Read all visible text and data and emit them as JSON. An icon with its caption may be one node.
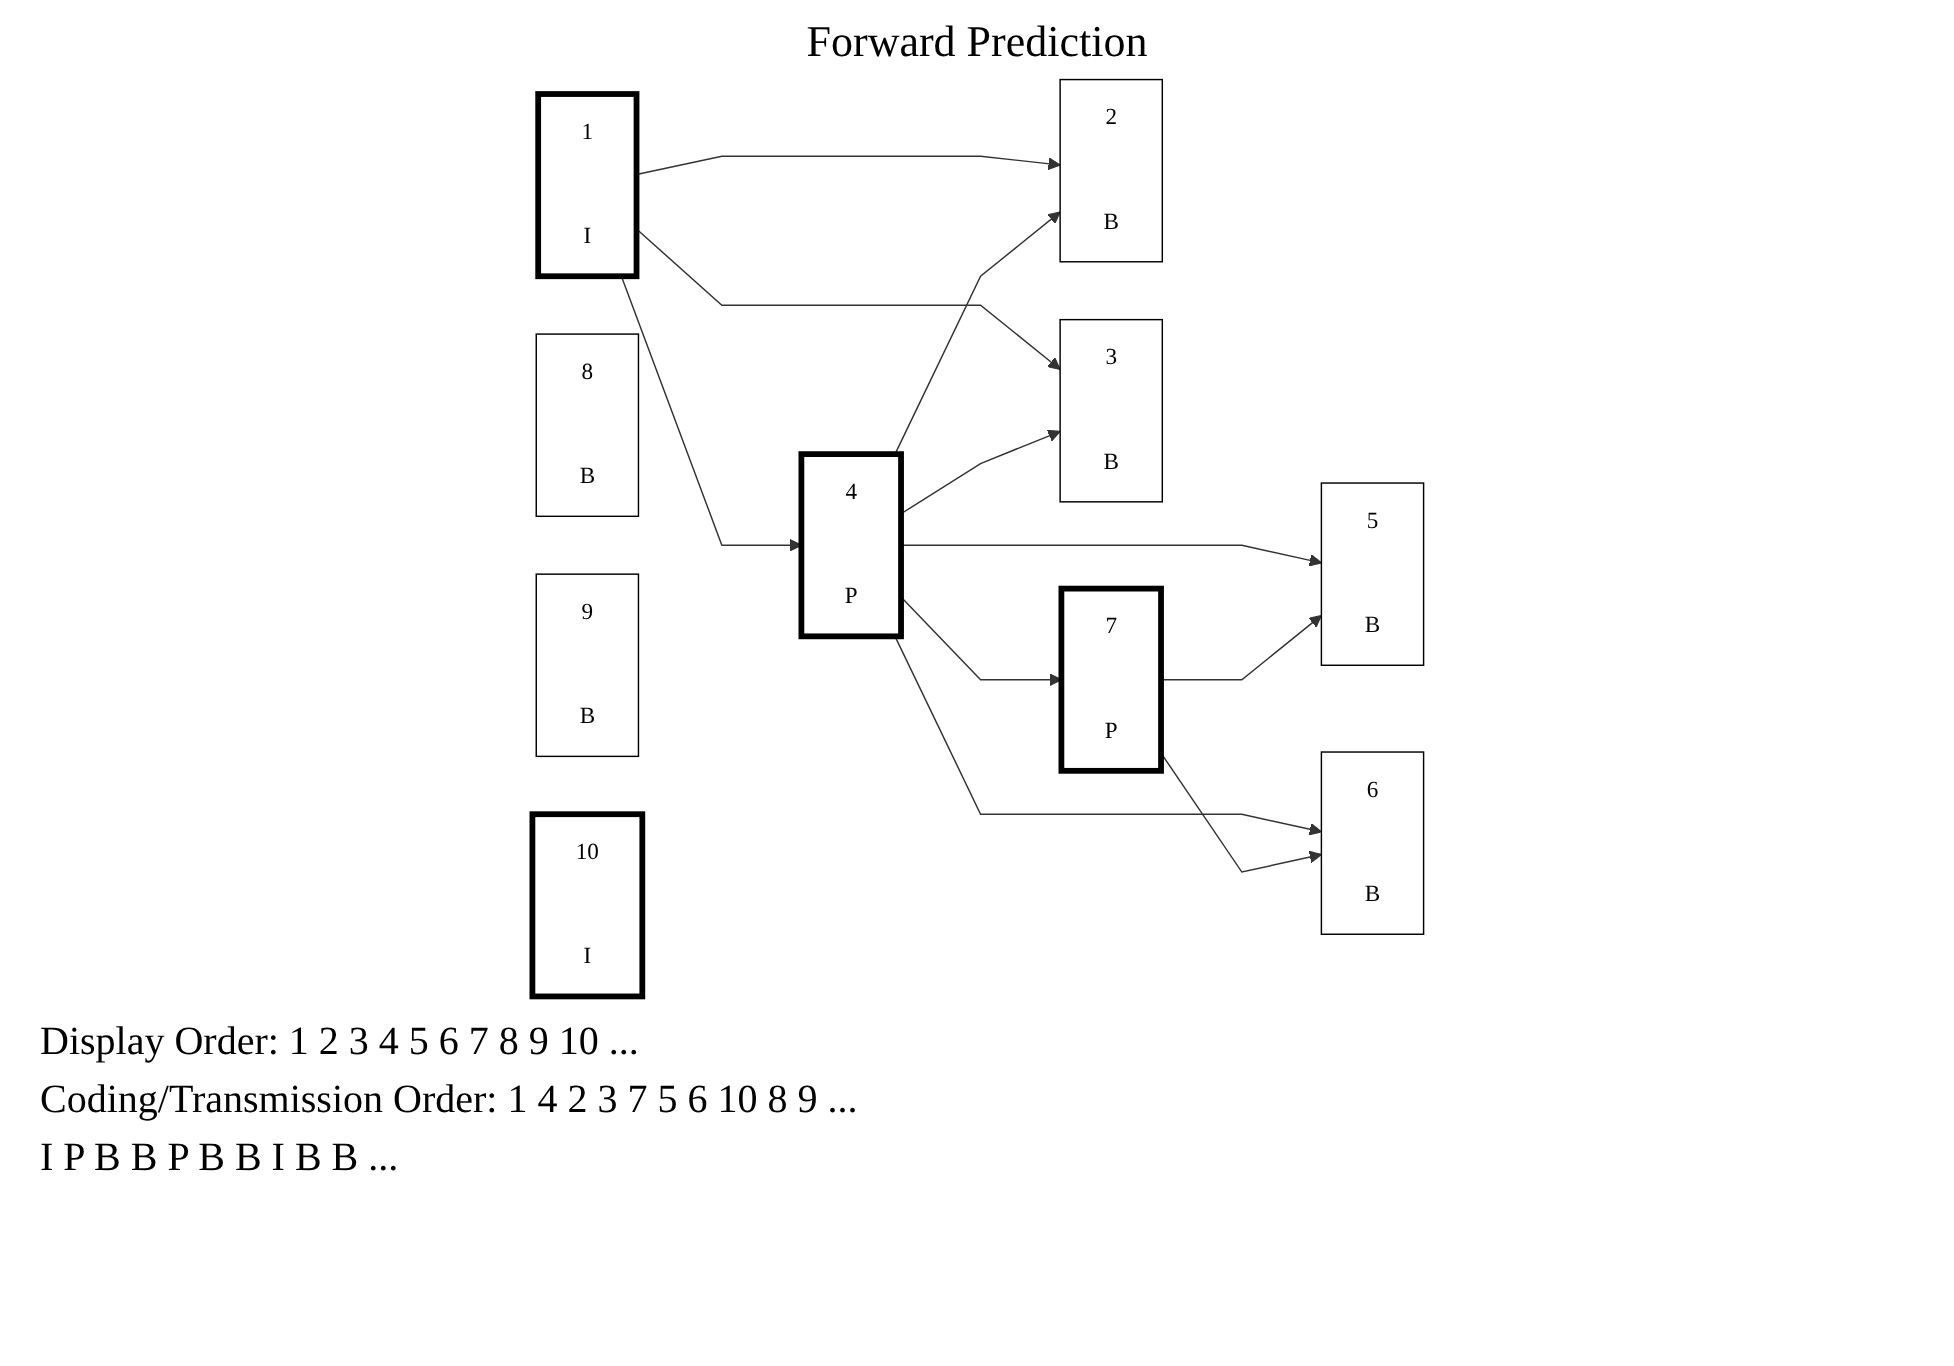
{
  "diagram": {
    "title": "Forward Prediction",
    "nodes": [
      {
        "text": [
          "1",
          "I"
        ]
      },
      {
        "text": [
          "2",
          "B"
        ]
      },
      {
        "text": [
          "3",
          "B"
        ]
      },
      {
        "text": [
          "4",
          "P"
        ]
      },
      {
        "text": [
          "5",
          "B"
        ]
      },
      {
        "text": [
          "6",
          "B"
        ]
      },
      {
        "text": [
          "7",
          "P"
        ]
      },
      {
        "text": [
          "8",
          "B"
        ]
      },
      {
        "text": [
          "9",
          "B"
        ]
      },
      {
        "text": [
          "10",
          "I"
        ]
      }
    ],
    "edges": [
      {
        "from": 0,
        "to": 3,
        "arrow": "to"
      },
      {
        "from": 3,
        "to": 6,
        "arrow": "to"
      },
      {
        "from": 0,
        "to": 1,
        "arrow": "to"
      },
      {
        "from": 0,
        "to": 2,
        "arrow": "to"
      },
      {
        "from": 3,
        "to": 1,
        "arrow": "to"
      },
      {
        "from": 3,
        "to": 2,
        "arrow": "to"
      },
      {
        "from": 3,
        "to": 4,
        "arrow": "to"
      },
      {
        "from": 3,
        "to": 5,
        "arrow": "to"
      },
      {
        "from": 6,
        "to": 4,
        "arrow": "to"
      },
      {
        "from": 6,
        "to": 5,
        "arrow": "to"
      }
    ],
    "labels": [
      "Display Order: 1 2 3 4 5 6 7 8 9 10 ...",
      "Coding/Transmission Order: 1 4 2 3 7 5 6 10 8 9 ...",
      "I P B B P B B I B B ..."
    ]
  }
}
